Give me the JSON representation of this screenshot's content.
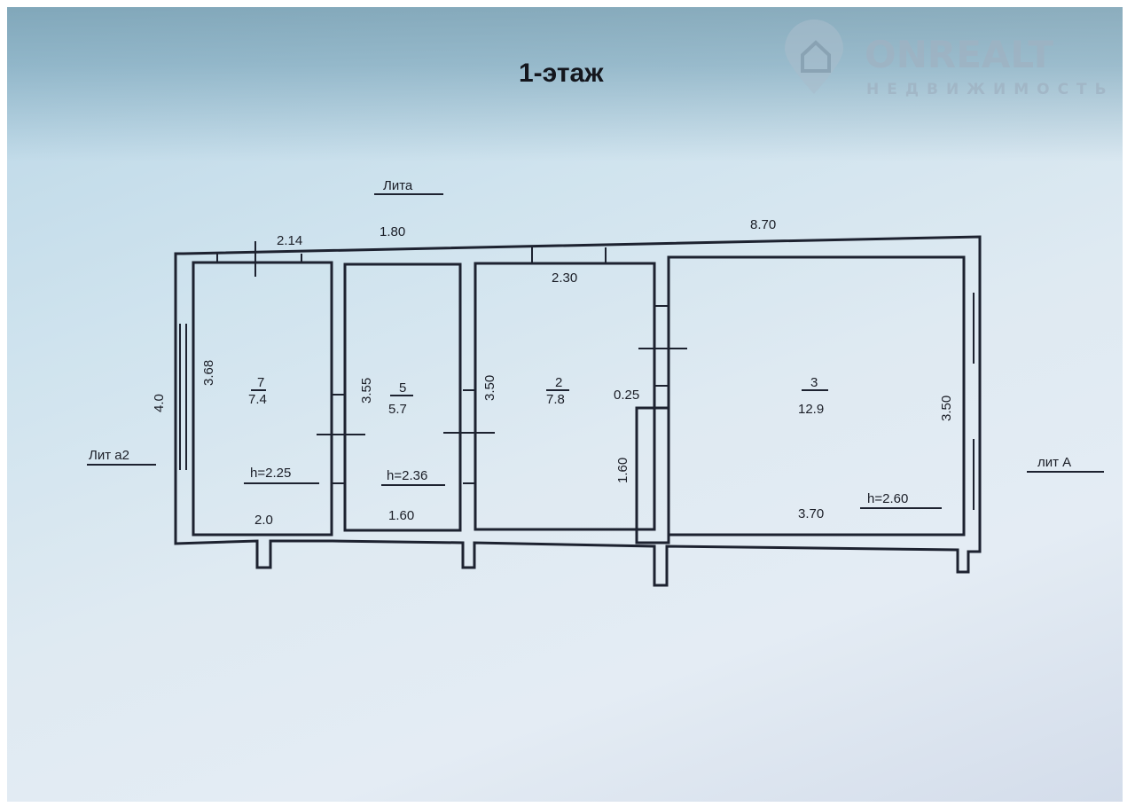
{
  "title": "1-этаж",
  "watermark": {
    "brand": "ONREALT",
    "tagline": "НЕДВИЖИМОСТЬ"
  },
  "labels": {
    "top_lit": "Лита",
    "left_lit": "Лит а2",
    "right_lit": "лит А"
  },
  "dimensions": {
    "top_window": "2.14",
    "top_mid": "1.80",
    "top_right": "8.70",
    "left_outer": "4.0",
    "room7_height": "3.68",
    "room5_height": "3.55",
    "room2_height": "3.50",
    "room2_top": "2.30",
    "partition": "0.25",
    "corridor": "1.60",
    "room3_height": "3.50",
    "room7_bottom": "2.0",
    "room5_bottom": "1.60",
    "room3_bottom": "3.70"
  },
  "rooms": [
    {
      "number": "7",
      "area": "7.4",
      "ceiling": "h=2.25"
    },
    {
      "number": "5",
      "area": "5.7",
      "ceiling": "h=2.36"
    },
    {
      "number": "2",
      "area": "7.8",
      "ceiling": ""
    },
    {
      "number": "3",
      "area": "12.9",
      "ceiling": "h=2.60"
    }
  ]
}
